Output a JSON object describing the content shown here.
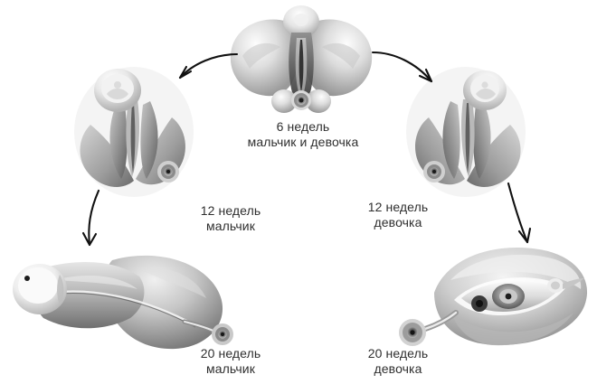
{
  "page": {
    "background_color": "#ffffff",
    "text_color": "#2f2f2f",
    "ink_color": "#111111"
  },
  "stages": [
    {
      "id": "stage-6-weeks",
      "name": "six-weeks-indifferent",
      "line1": "6 недель",
      "line2": "мальчик и девочка",
      "illustration": "indifferent-genital-tubercle-illustration"
    },
    {
      "id": "stage-12-weeks-boy",
      "name": "twelve-weeks-boy",
      "line1": "12 недель",
      "line2": "мальчик",
      "illustration": "male-12-weeks-illustration"
    },
    {
      "id": "stage-12-weeks-girl",
      "name": "twelve-weeks-girl",
      "line1": "12 недель",
      "line2": "девочка",
      "illustration": "female-12-weeks-illustration"
    },
    {
      "id": "stage-20-weeks-boy",
      "name": "twenty-weeks-boy",
      "line1": "20 недель",
      "line2": "мальчик",
      "illustration": "male-20-weeks-illustration"
    },
    {
      "id": "stage-20-weeks-girl",
      "name": "twenty-weeks-girl",
      "line1": "20 недель",
      "line2": "девочка",
      "illustration": "female-20-weeks-illustration"
    }
  ],
  "arrows": [
    {
      "name": "arrow-to-12-weeks-boy",
      "direction": "down-left"
    },
    {
      "name": "arrow-to-12-weeks-girl",
      "direction": "down-right"
    },
    {
      "name": "arrow-to-20-weeks-boy",
      "direction": "down"
    },
    {
      "name": "arrow-to-20-weeks-girl",
      "direction": "down"
    }
  ]
}
